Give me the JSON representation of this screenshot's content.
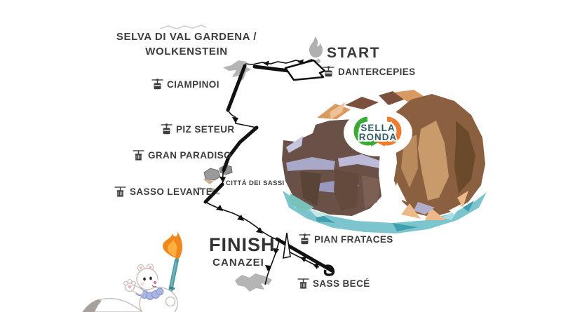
{
  "labels": {
    "village_line1": "SELVA DI VAL GARDENA /",
    "village_line2": "WOLKENSTEIN",
    "start": "START",
    "finish": "FINISH",
    "finish_town": "CANAZEI",
    "landmark": "CITTÁ DEI SASSI"
  },
  "stations": {
    "ciampinoi": {
      "label": "CIAMPINOI",
      "lift": "gondola"
    },
    "dantercepies": {
      "label": "DANTERCEPIES",
      "lift": "gondola"
    },
    "piz_seteur": {
      "label": "PIZ SETEUR",
      "lift": "gondola"
    },
    "gran_paradiso": {
      "label": "GRAN PARADISO",
      "lift": "chairlift"
    },
    "sasso_levante": {
      "label": "SASSO LEVANTE",
      "lift": "chairlift"
    },
    "pian_frataces": {
      "label": "PIAN FRATACES",
      "lift": "gondola"
    },
    "sass_bece": {
      "label": "SASS BECÉ",
      "lift": "chairlift"
    }
  },
  "logo": {
    "word1": "SELLA",
    "word2": "RONDA",
    "green": "#3aaa35",
    "orange": "#ed7d31",
    "text_color": "#2f5d63"
  },
  "colors": {
    "route": "#111111",
    "silhouette": "#b5b5b5",
    "flame_gray": "#b0b0b0",
    "torch_teal": "#4f9aa3",
    "flame_orange": "#f0861c"
  }
}
